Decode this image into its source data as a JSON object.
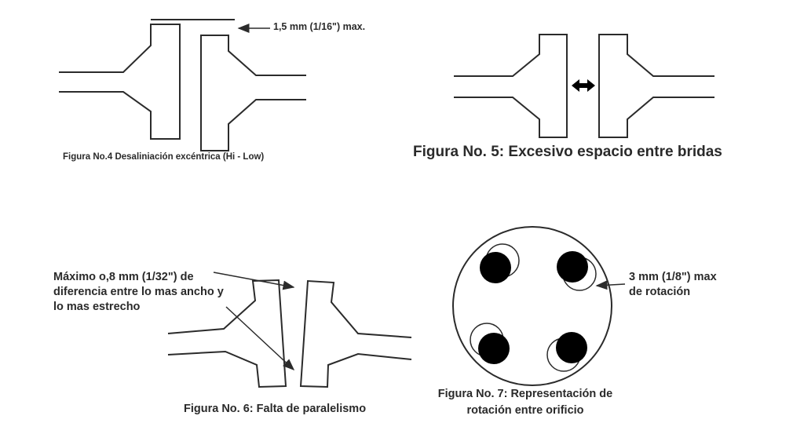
{
  "figure4": {
    "caption": "Figura No.4  Desaliniación excéntrica (Hi - Low)",
    "note": "1,5 mm (1/16\") max."
  },
  "figure5": {
    "caption": "Figura No. 5: Excesivo espacio entre bridas"
  },
  "figure6": {
    "note_lines": [
      "Máximo o,8 mm (1/32\") de",
      "diferencia entre lo mas ancho y",
      "lo mas estrecho"
    ],
    "caption": "Figura No. 6: Falta de paralelismo"
  },
  "figure7": {
    "note_lines": [
      "3 mm (1/8\") max",
      "de rotación"
    ],
    "caption_lines": [
      "Figura No. 7: Representación de",
      "rotación entre orificio"
    ]
  },
  "colors": {
    "line": "#2b2b2b",
    "fill": "#000000",
    "background": "#ffffff"
  }
}
